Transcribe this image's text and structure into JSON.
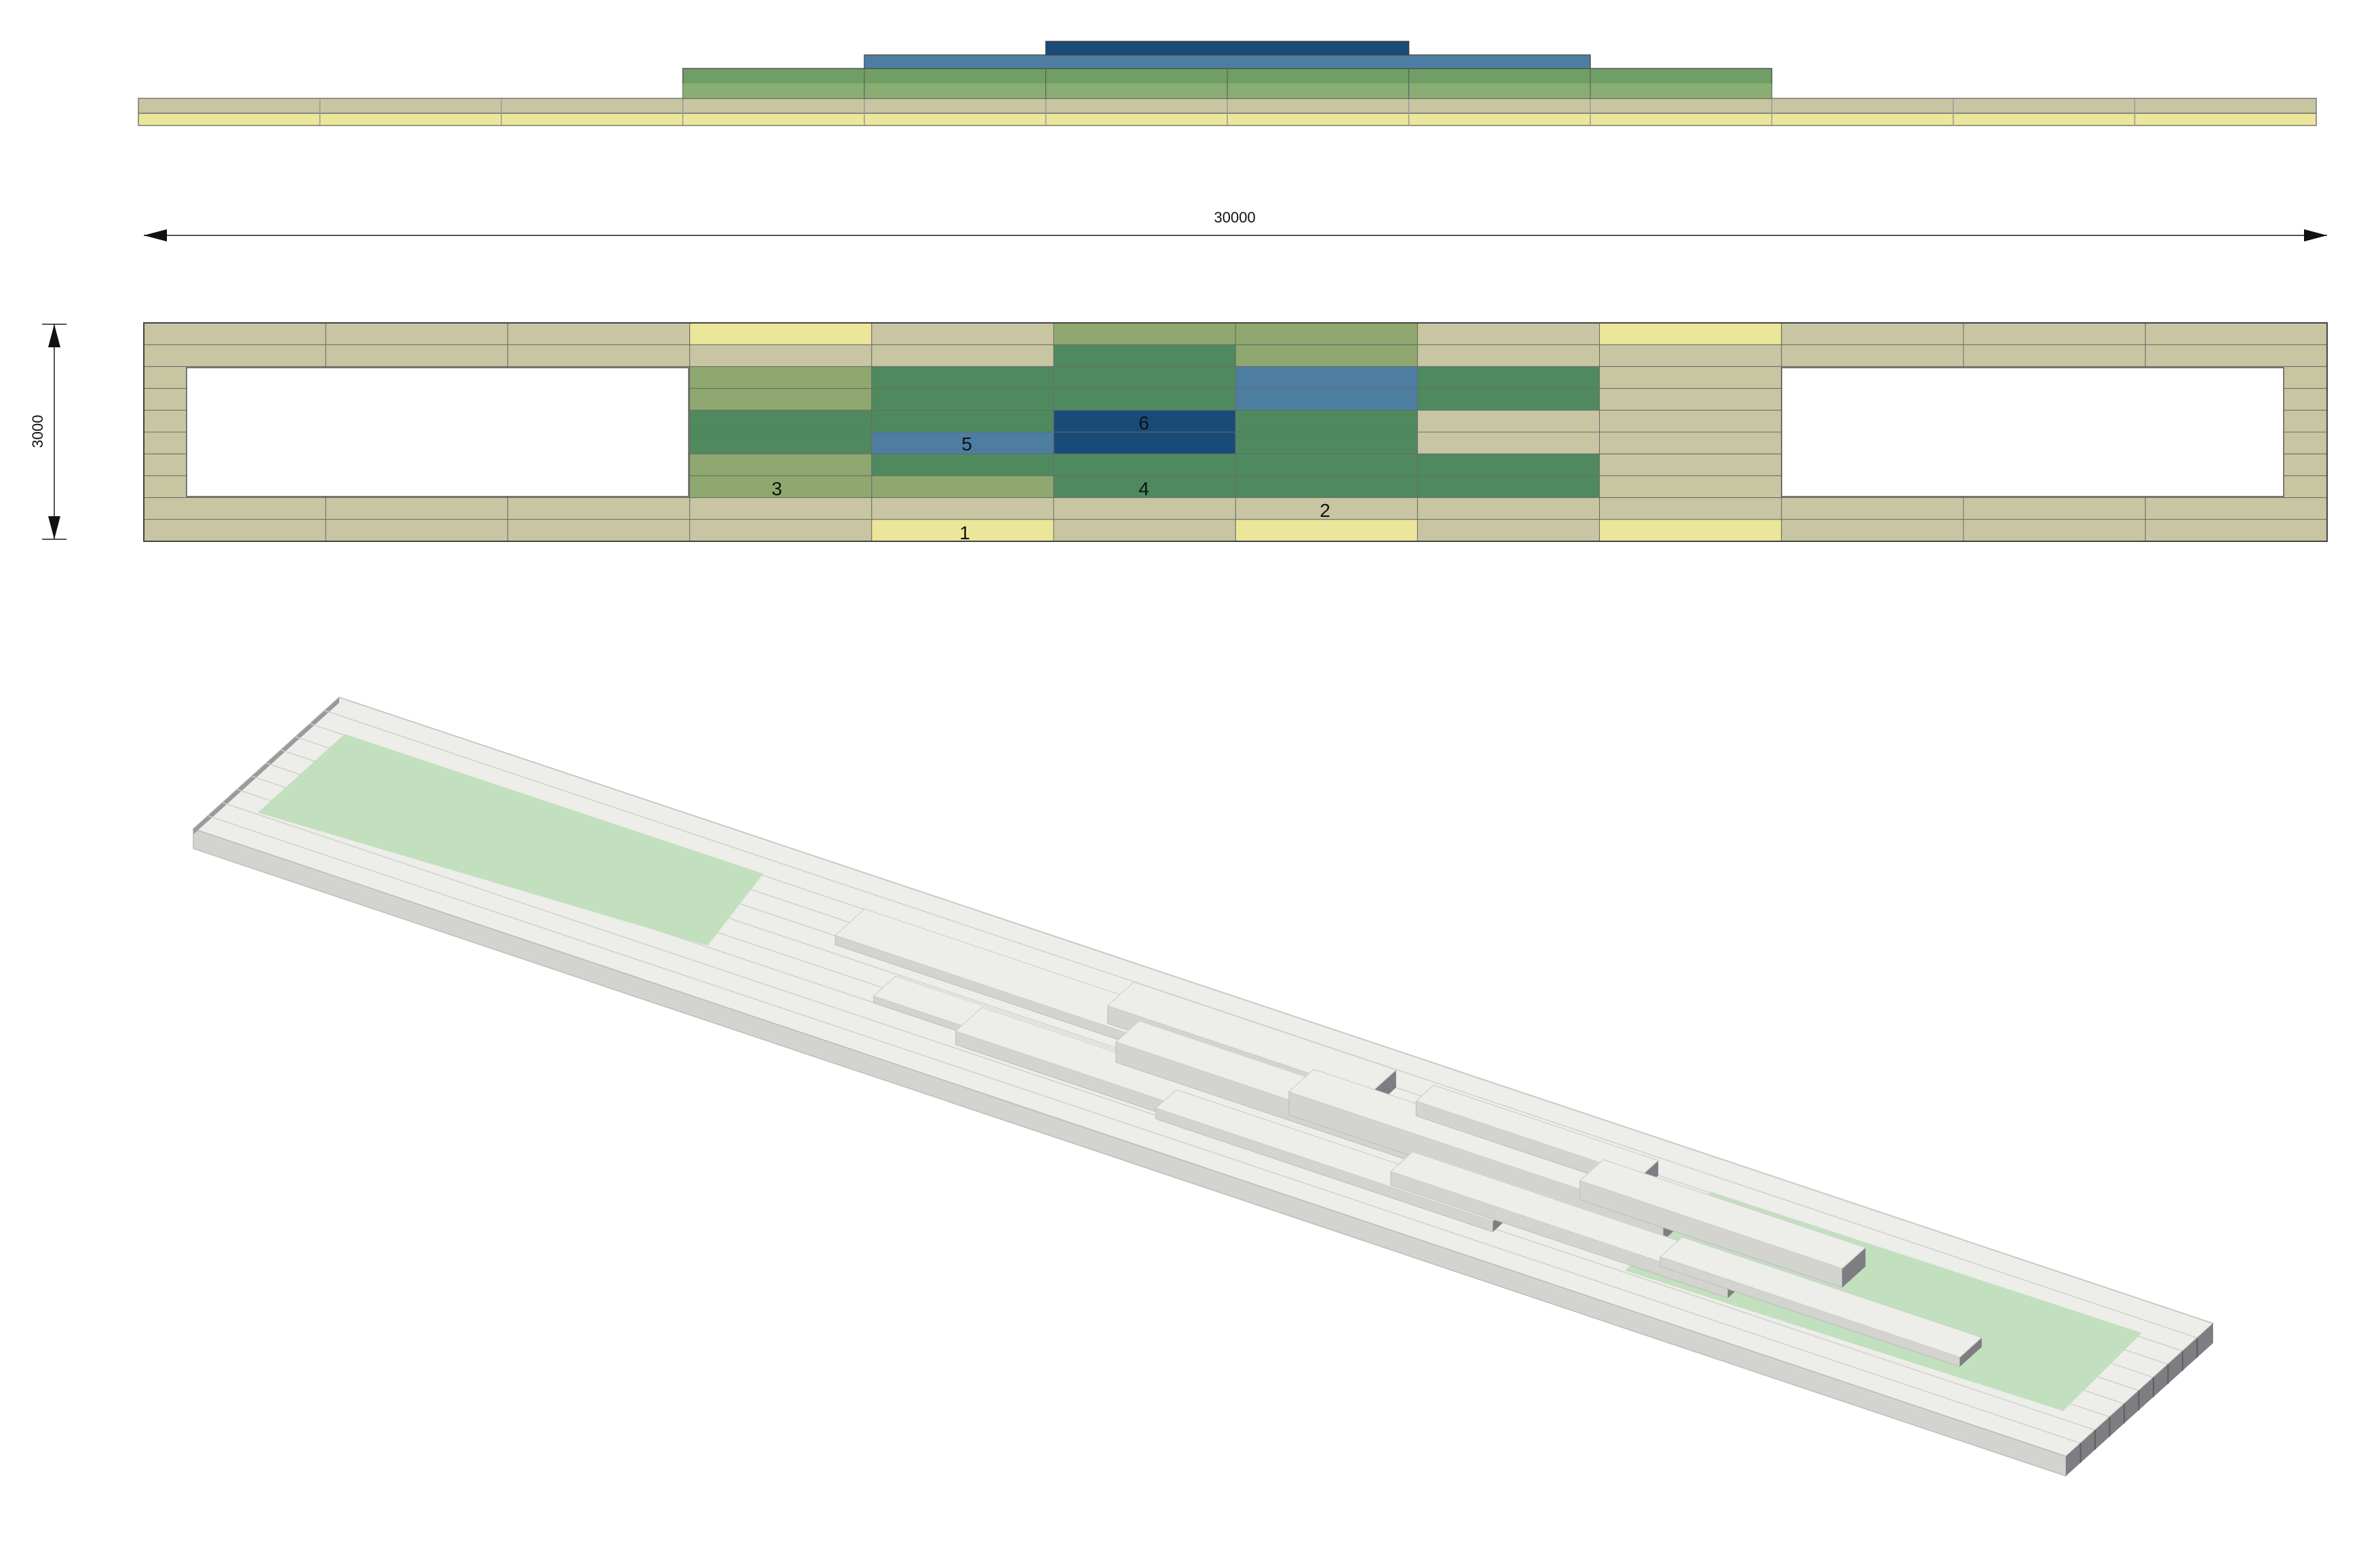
{
  "dimensions": {
    "length_label": "30000",
    "depth_label": "3000"
  },
  "plan_labels": [
    {
      "id": "label-1",
      "text": "1"
    },
    {
      "id": "label-2",
      "text": "2"
    },
    {
      "id": "label-3",
      "text": "3"
    },
    {
      "id": "label-4",
      "text": "4"
    },
    {
      "id": "label-5",
      "text": "5"
    },
    {
      "id": "label-6",
      "text": "6"
    }
  ],
  "colors": {
    "beige": "#c8c6a2",
    "pale_yellow": "#ece69a",
    "olive": "#8ea86f",
    "green": "#4f8a5e",
    "blue": "#4d7ea2",
    "navy": "#1a4a78",
    "iso_top": "#ededea",
    "iso_side": "#d3d3d0",
    "iso_end": "#7d7d82",
    "iso_lawn": "#c2dfbe"
  }
}
